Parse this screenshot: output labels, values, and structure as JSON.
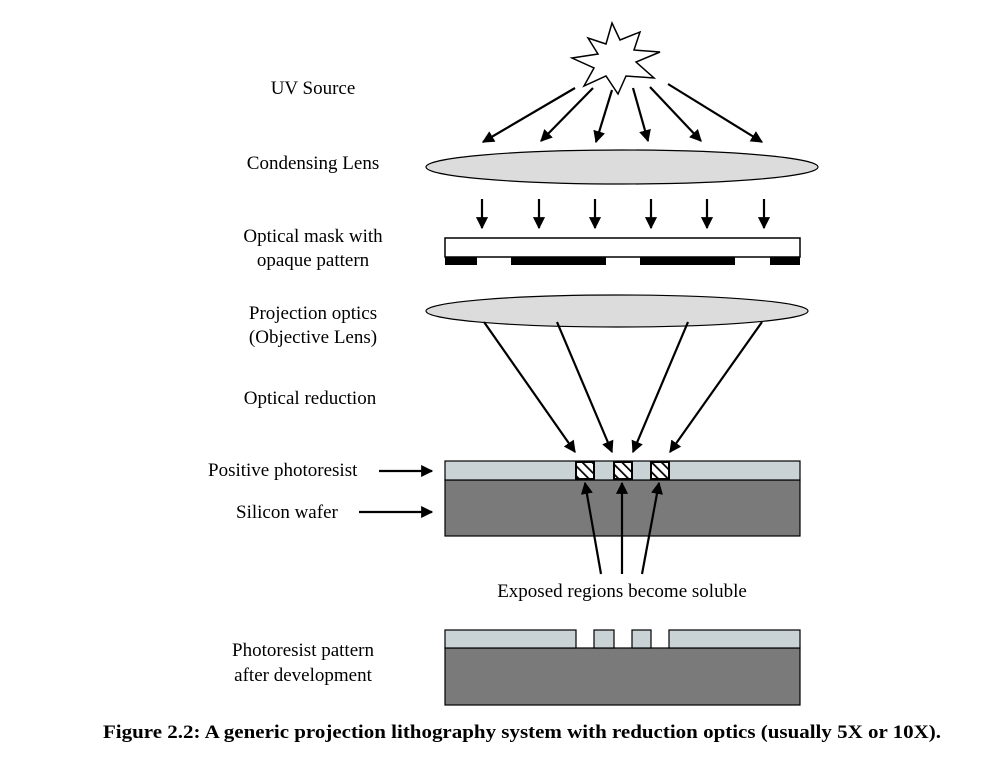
{
  "labels": {
    "uv_source": "UV Source",
    "condensing_lens": "Condensing Lens",
    "optical_mask_line1": "Optical mask with",
    "optical_mask_line2": "opaque pattern",
    "projection_optics_line1": "Projection optics",
    "projection_optics_line2": "(Objective Lens)",
    "optical_reduction": "Optical reduction",
    "positive_photoresist": "Positive photoresist",
    "silicon_wafer": "Silicon wafer",
    "exposed_regions": "Exposed regions become soluble",
    "photoresist_pattern_line1": "Photoresist pattern",
    "photoresist_pattern_line2": "after development"
  },
  "caption": "Figure 2.2: A generic projection lithography system with reduction optics (usually 5X or 10X).",
  "colors": {
    "lens_fill": "#dcdcdc",
    "photoresist": "#c9d3d6",
    "silicon": "#7a7a7a",
    "opaque": "#000000"
  }
}
